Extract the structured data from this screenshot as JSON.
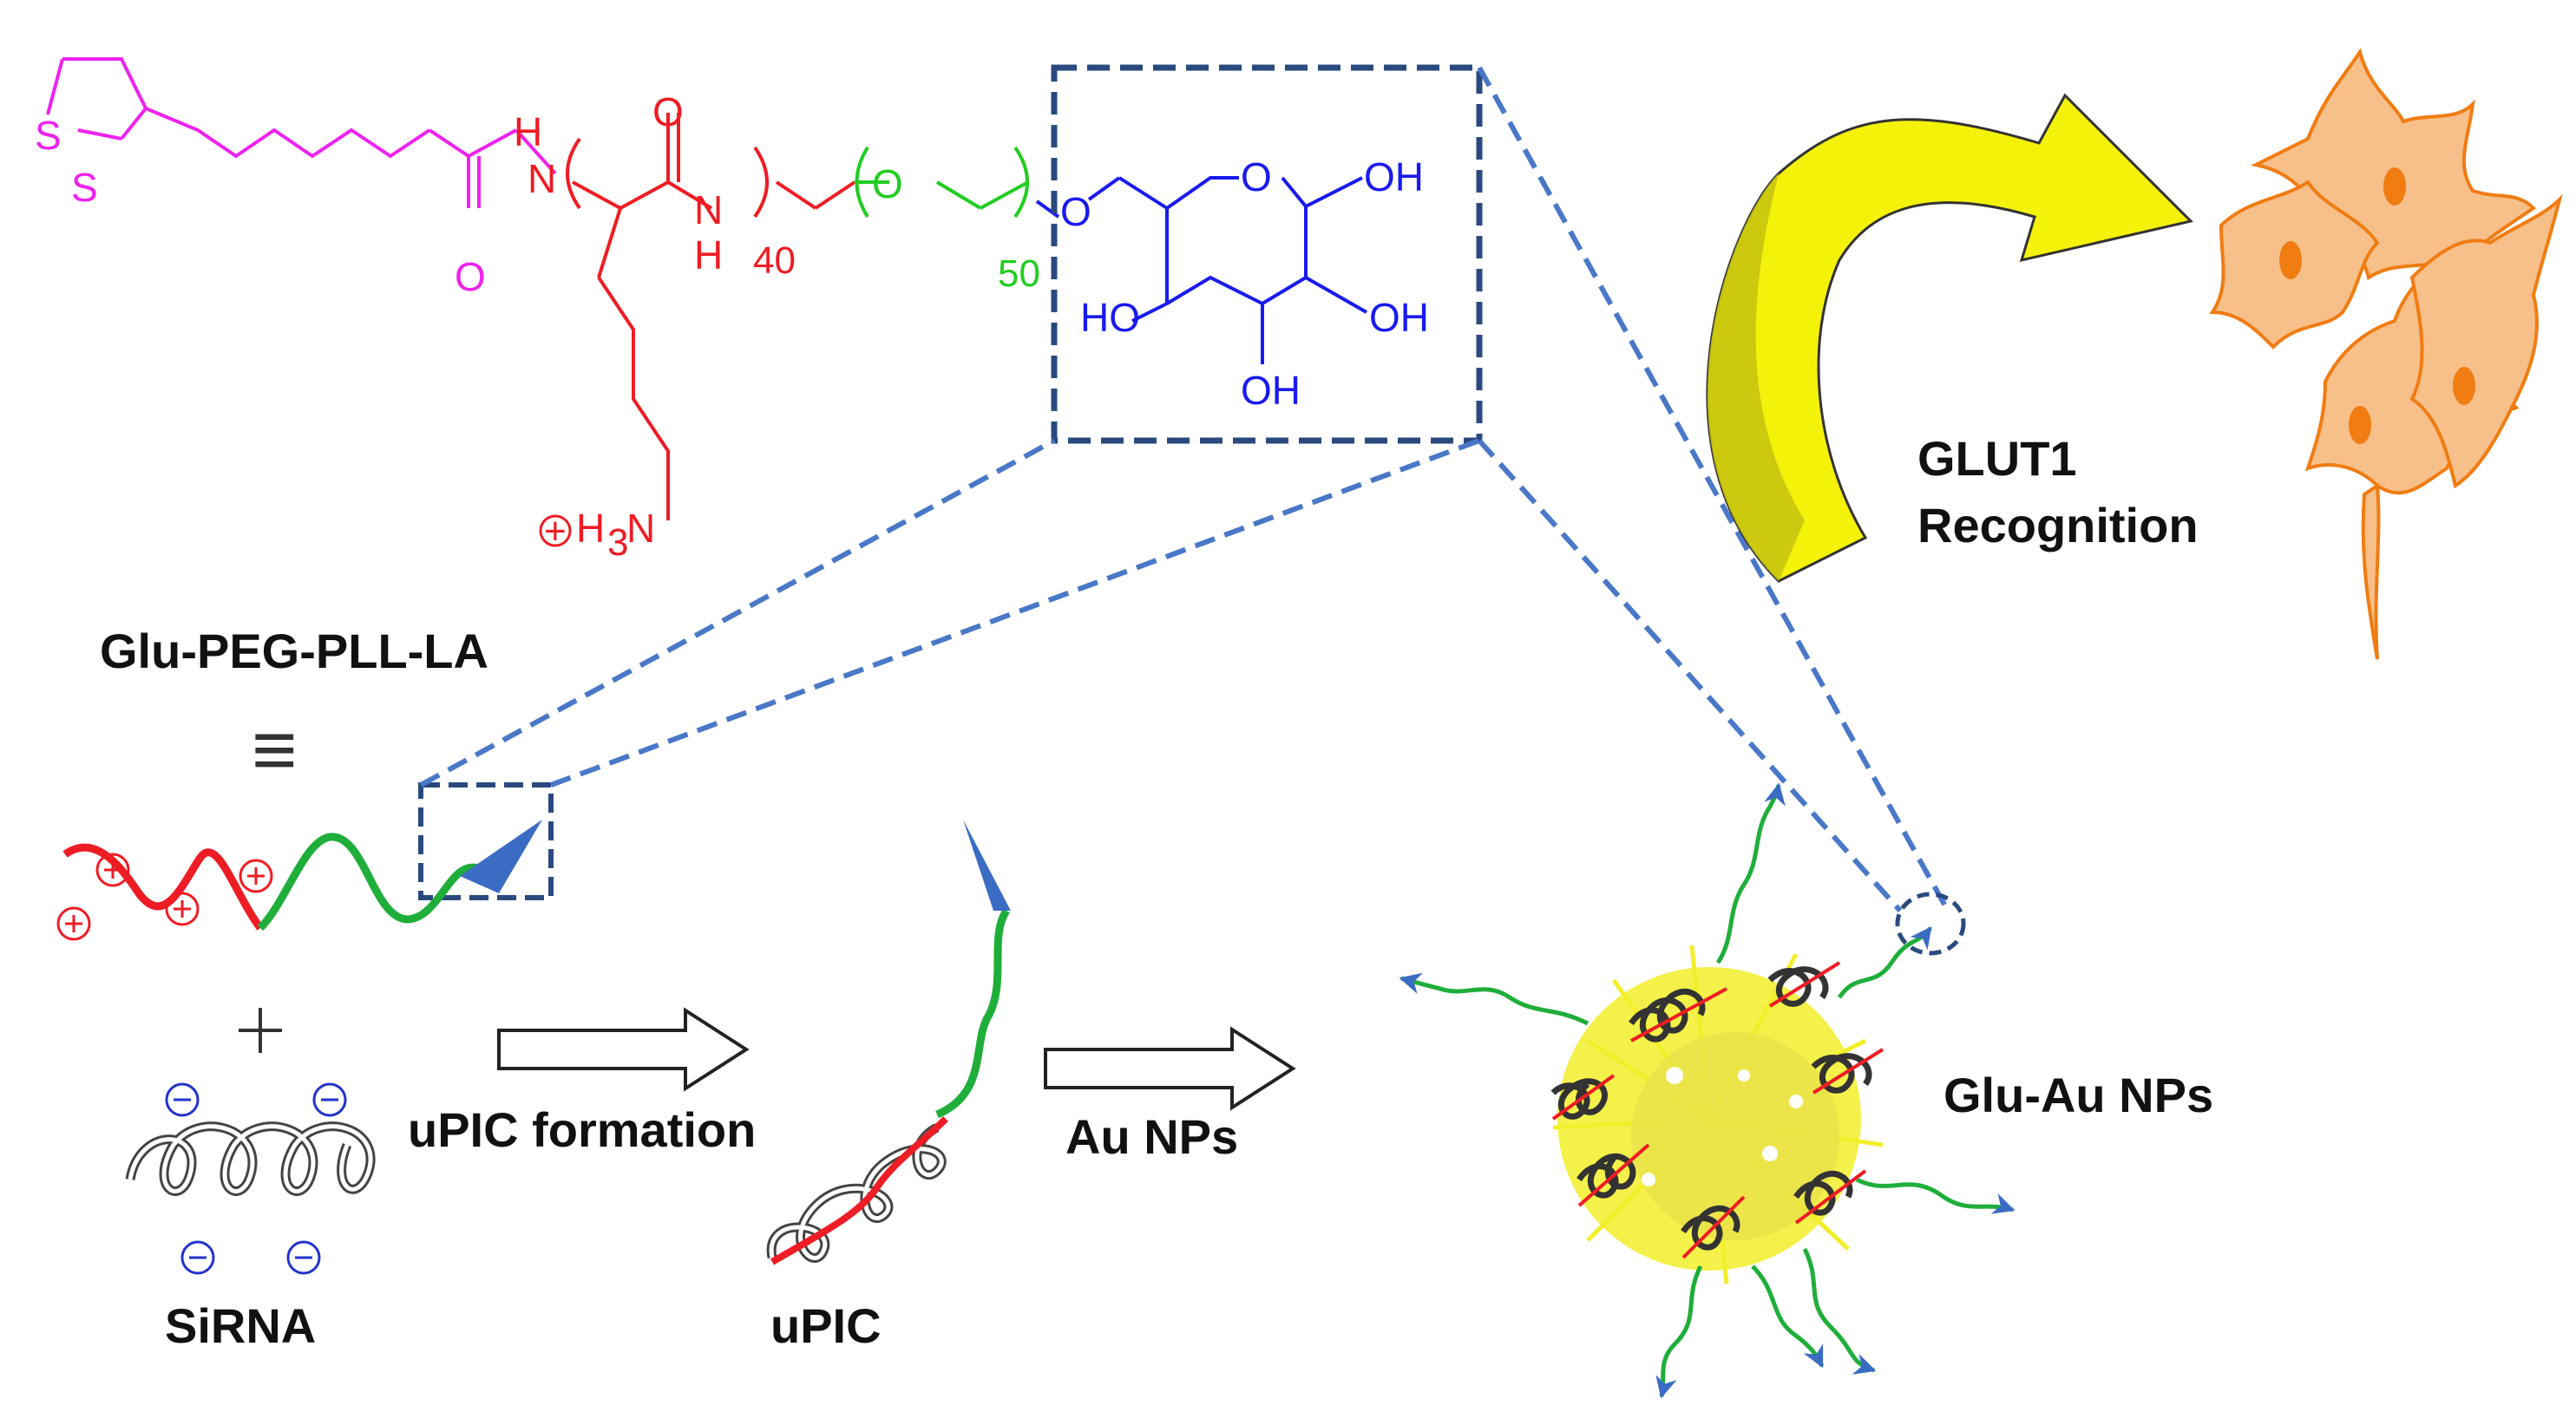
{
  "labels": {
    "polymer_name": "Glu-PEG-PLL-LA",
    "sirna": "SiRNA",
    "upic_formation": "uPIC formation",
    "upic": "uPIC",
    "au_nps": "Au NPs",
    "glu_au_nps": "Glu-Au NPs",
    "glut1_line1": "GLUT1",
    "glut1_line2": "Recognition",
    "plus": "+",
    "equiv": "≡"
  },
  "chem": {
    "s1": "S",
    "s2": "S",
    "nh_amide1": "N",
    "h_amide1": "H",
    "o_carbonyl1": "O",
    "o_carbonyl2": "O",
    "nh_amide2": "N",
    "h_amide2": "H",
    "n_repeat_pll": "40",
    "n_repeat_peg": "50",
    "o_peg": "O",
    "o_link": "O",
    "o_ring": "O",
    "oh1": "OH",
    "oh2": "OH",
    "oh3": "OH",
    "ho": "HO",
    "amine_prefix": "H",
    "amine_sub": "3",
    "amine_n": "N",
    "amine_charge": "+"
  },
  "colors": {
    "lipoic": "#ee22ee",
    "pll": "#ee1c24",
    "peg": "#22cc22",
    "glucose": "#1a1aee",
    "dash_box": "#2a4a7f",
    "dash_line": "#4a78c8",
    "pos_charge": "#ee1c24",
    "neg_charge": "#2233cc",
    "arrowhead": "#3b6cc4",
    "gold": "#f2ef2a",
    "cell": "#f7c08a",
    "cell_stroke": "#f07c12",
    "nucleus": "#f07c12",
    "big_arrow": "#f5f20a"
  }
}
